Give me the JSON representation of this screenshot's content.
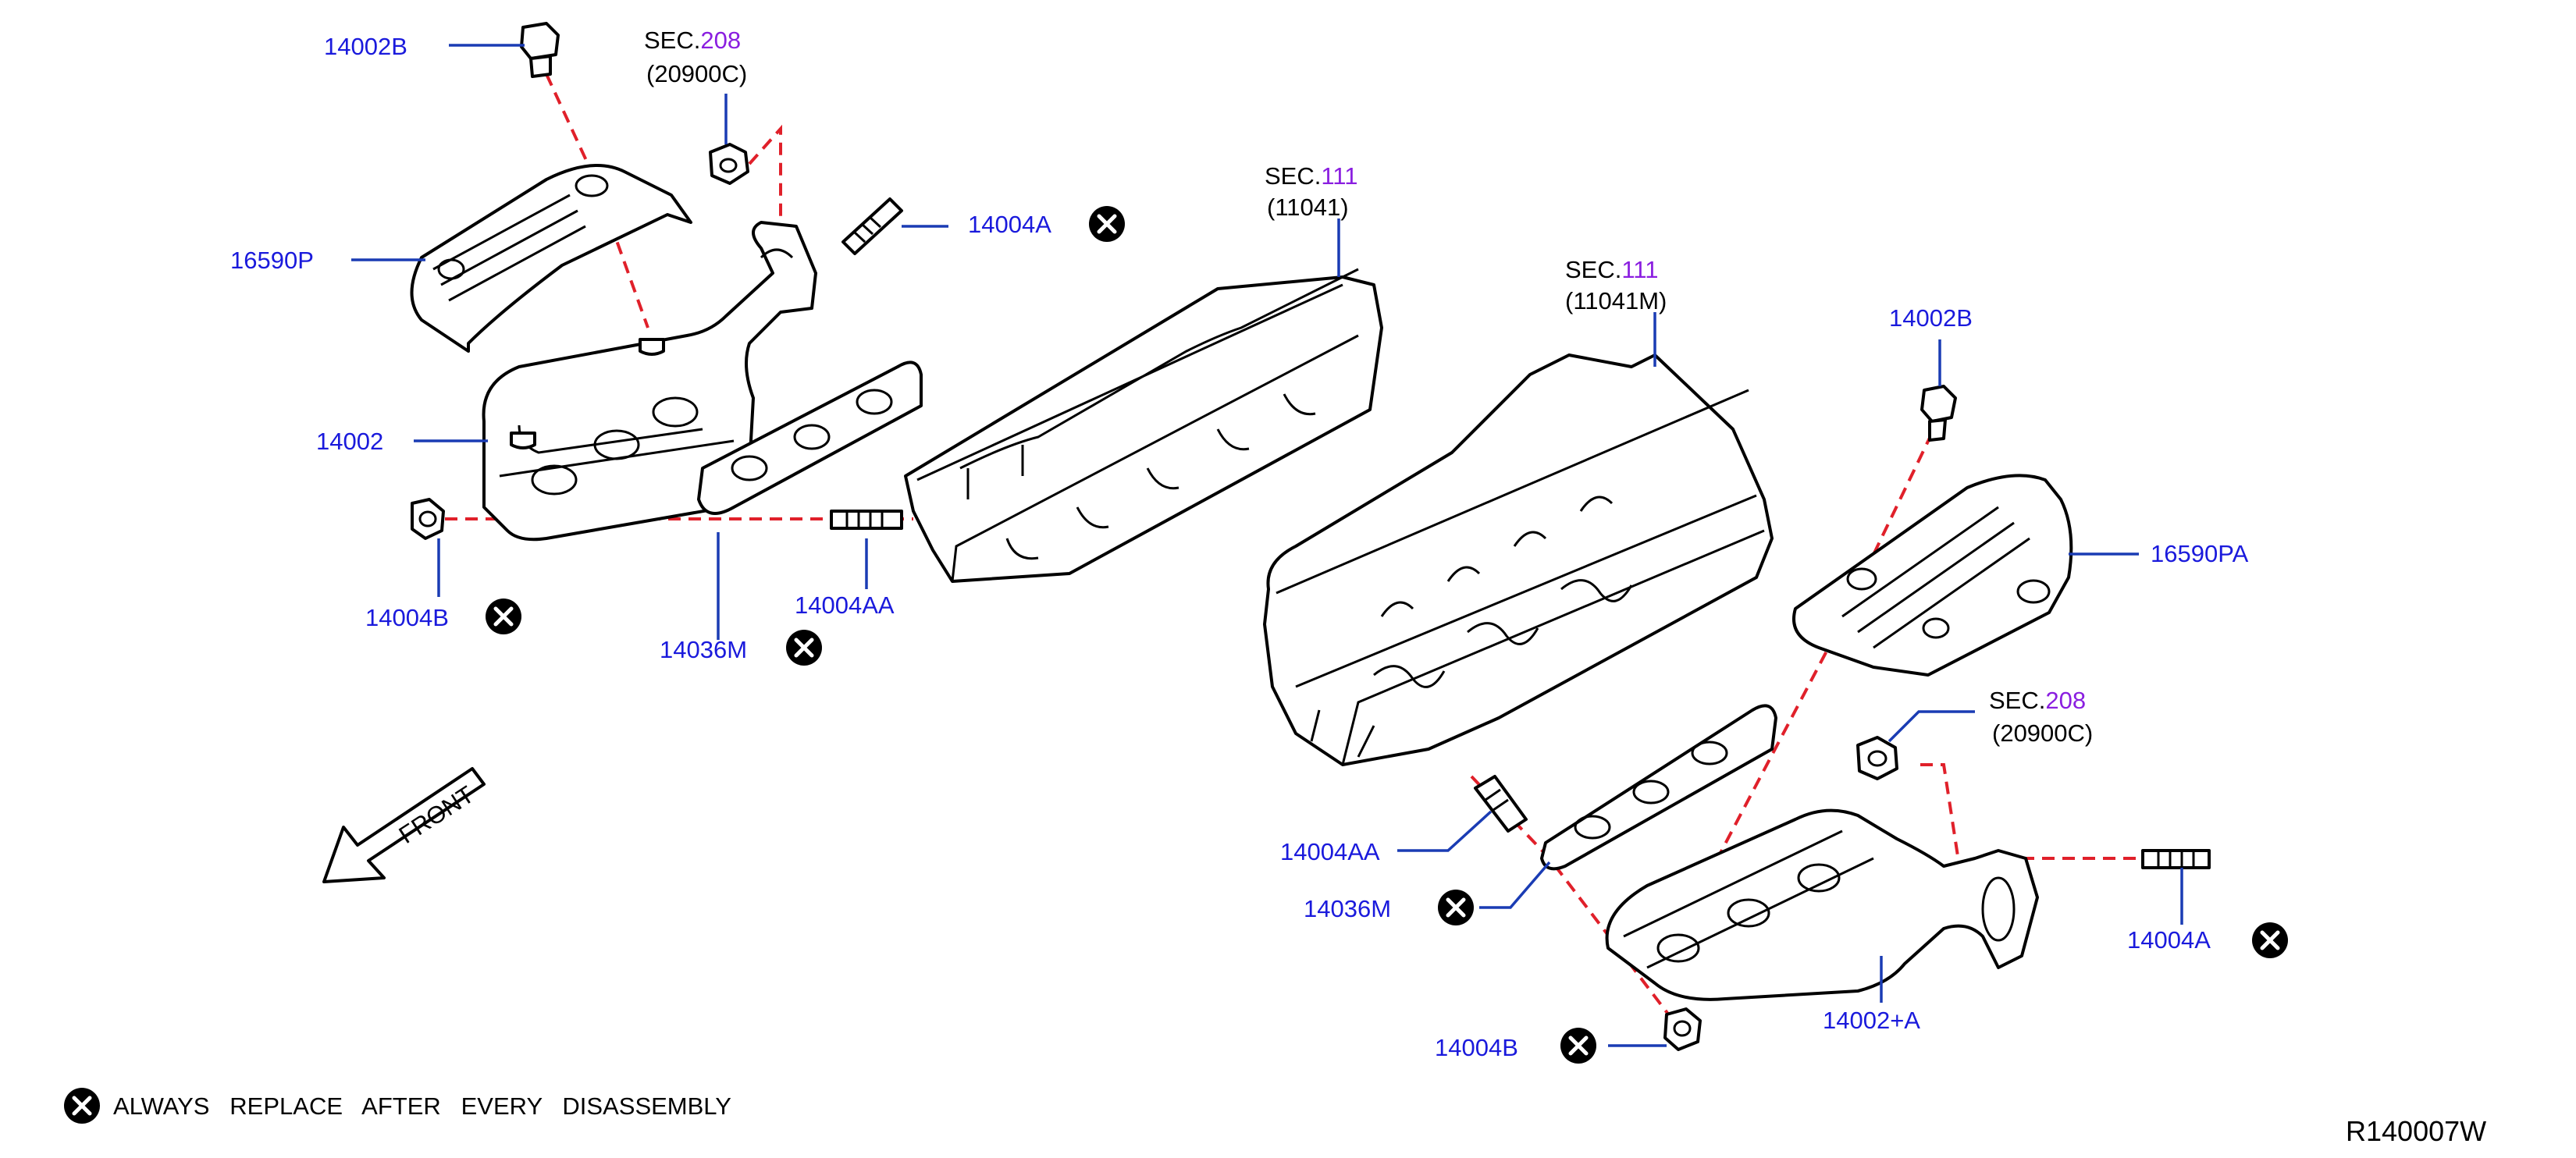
{
  "parts": {
    "bolt_top_left": "14002B",
    "bolt_right": "14002B",
    "heat_shield_left": "16590P",
    "heat_shield_right": "16590PA",
    "manifold_left": "14002",
    "manifold_right": "14002+A",
    "stud_top_left": "14004A",
    "stud_right": "14004A",
    "nut_left": "14004B",
    "nut_right": "14004B",
    "gasket_left": "14036M",
    "gasket_right": "14036M",
    "stud_mid_left": "14004AA",
    "stud_mid_right": "14004AA"
  },
  "sections": {
    "sec208_left": {
      "prefix": "SEC.",
      "num": "208",
      "code": "(20900C)"
    },
    "sec208_right": {
      "prefix": "SEC.",
      "num": "208",
      "code": "(20900C)"
    },
    "sec111_left": {
      "prefix": "SEC.",
      "num": "111",
      "code": "(11041)"
    },
    "sec111_right": {
      "prefix": "SEC.",
      "num": "111",
      "code": "(11041M)"
    }
  },
  "front_label": "FRONT",
  "legend_text": "ALWAYS   REPLACE   AFTER   EVERY   DISASSEMBLY",
  "diagram_id": "R140007W",
  "icons": {
    "replace": "x-circle-icon",
    "front": "front-arrow-icon"
  },
  "colors": {
    "part_number": "#1a1adc",
    "section_number": "#8a1ee0",
    "leader": "#1a3cb4",
    "guide": "#e0202a"
  }
}
